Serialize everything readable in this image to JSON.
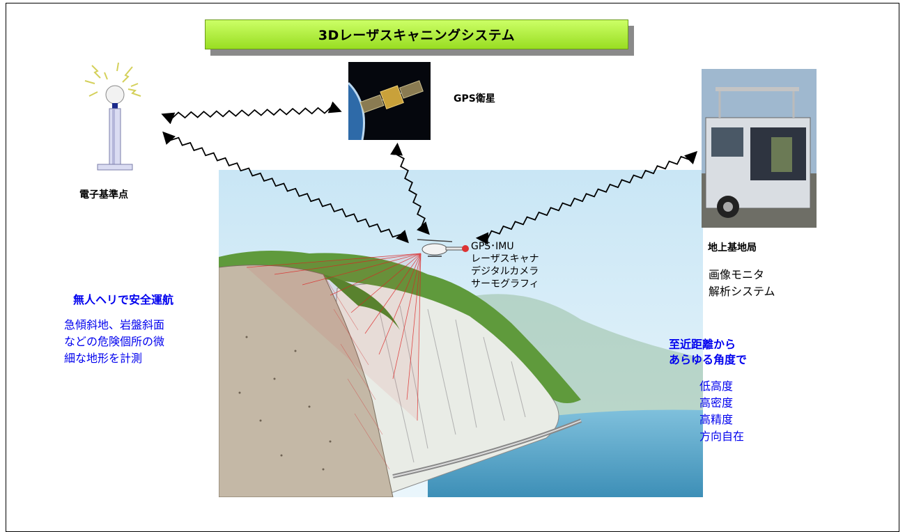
{
  "title": "3Dレーザスキャニングシステム",
  "labels": {
    "gps_satellite": "GPS衛星",
    "reference_point": "電子基準点",
    "ground_station": "地上基地局",
    "ground_station_items": [
      "画像モニタ",
      "解析システム"
    ],
    "heli_equipment": [
      "GPS･IMU",
      "レーザスキャナ",
      "デジタルカメラ",
      "サーモグラフィ"
    ],
    "left_heading": "無人ヘリで安全運航",
    "left_body": [
      "急傾斜地、岩盤斜面",
      "などの危険個所の微",
      "細な地形を計測"
    ],
    "right_heading": [
      "至近距離から",
      "あらゆる角度で"
    ],
    "right_items": [
      "低高度",
      "高密度",
      "高精度",
      "方向自在"
    ]
  },
  "colors": {
    "title_bg": "#99dd22",
    "highlight_text": "#0000ee",
    "laser": "#dd2222"
  },
  "icons": [
    "satellite-icon",
    "reference-station-icon",
    "ground-station-van-icon",
    "helicopter-icon"
  ]
}
